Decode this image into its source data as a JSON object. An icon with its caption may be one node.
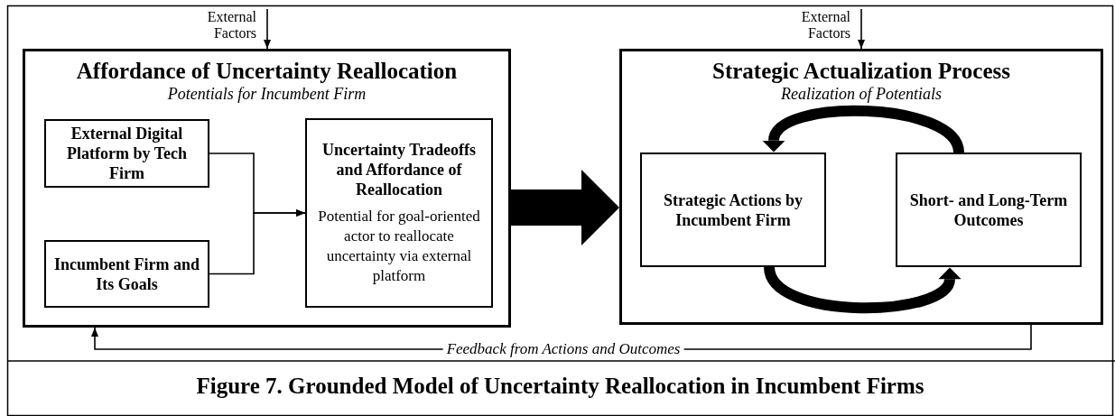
{
  "diagram": {
    "caption": "Figure 7. Grounded Model of Uncertainty Reallocation in Incumbent Firms",
    "nodes": [
      {
        "text": [
          "Affordance of Uncertainty Reallocation",
          "Potentials for Incumbent Firm"
        ]
      },
      {
        "text": [
          "External Digital Platform by Tech Firm"
        ],
        "in": 0
      },
      {
        "text": [
          "Incumbent Firm and Its Goals"
        ],
        "in": 0
      },
      {
        "text": [
          "Uncertainty Tradeoffs and Affordance of Reallocation",
          "Potential for goal-oriented actor to reallocate uncertainty via external platform"
        ],
        "in": 0
      },
      {
        "text": [
          "Strategic Actualization Process",
          "Realization of Potentials"
        ]
      },
      {
        "text": [
          "Strategic Actions by Incumbent Firm"
        ],
        "in": 4
      },
      {
        "text": [
          "Short- and Long-Term Outcomes"
        ],
        "in": 4
      },
      {
        "text": [
          "External Factors"
        ]
      },
      {
        "text": [
          "External Factors"
        ]
      }
    ],
    "edges": [
      {
        "from": 1,
        "to": 3,
        "arrow": "to"
      },
      {
        "from": 2,
        "to": 3,
        "arrow": "to"
      },
      {
        "from": 0,
        "to": 4,
        "arrow": "to",
        "style": "thick"
      },
      {
        "from": 7,
        "to": 0,
        "arrow": "to"
      },
      {
        "from": 8,
        "to": 4,
        "arrow": "to"
      },
      {
        "from": 6,
        "to": 5,
        "arrow": "to",
        "style": "thick"
      },
      {
        "from": 5,
        "to": 6,
        "arrow": "to",
        "style": "thick"
      },
      {
        "from": 4,
        "to": 0,
        "arrow": "to",
        "label": "Feedback from Actions and Outcomes"
      }
    ]
  }
}
